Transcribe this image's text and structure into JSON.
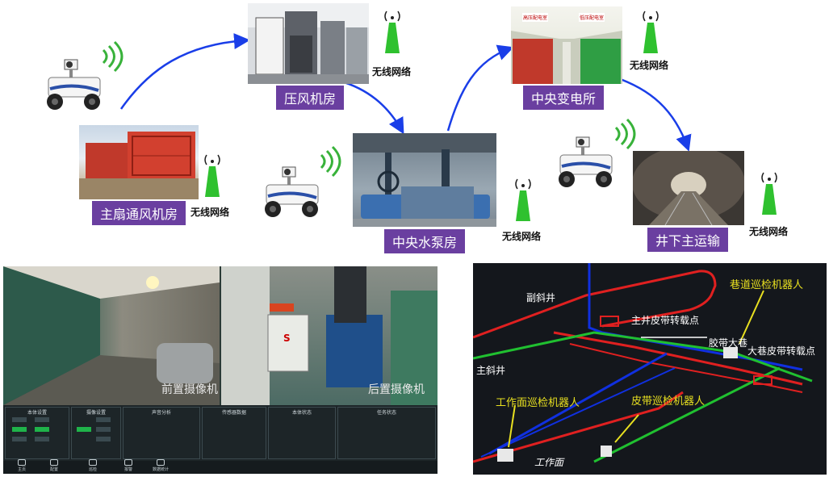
{
  "diagram": {
    "locations": {
      "main_fan": "主扇通风机房",
      "compressor": "压风机房",
      "pump": "中央水泵房",
      "substation": "中央变电所",
      "transport": "井下主运输"
    },
    "wireless_label": "无线网络",
    "substation_signs": [
      "高压配电室",
      "低压配电室"
    ],
    "pump_plate": "S"
  },
  "camera_panel": {
    "captions": [
      "前置摄像机",
      "后置摄像机"
    ],
    "boxes": [
      "本体设置",
      "摄像设置",
      "声音分析",
      "传感器数据",
      "本体状态",
      "任务状态"
    ],
    "nav": [
      "主页",
      "配置",
      "巡检",
      "报警",
      "数据统计"
    ]
  },
  "map": {
    "labels": {
      "aux_incline": "副斜井",
      "main_incline": "主斜井",
      "transfer_main": "主井皮带转载点",
      "belt_lane": "胶带大巷",
      "lane_transfer": "大巷皮带转载点",
      "lane_robot": "巷道巡检机器人",
      "face_robot": "工作面巡检机器人",
      "belt_robot": "皮带巡检机器人",
      "face": "工作面"
    }
  }
}
